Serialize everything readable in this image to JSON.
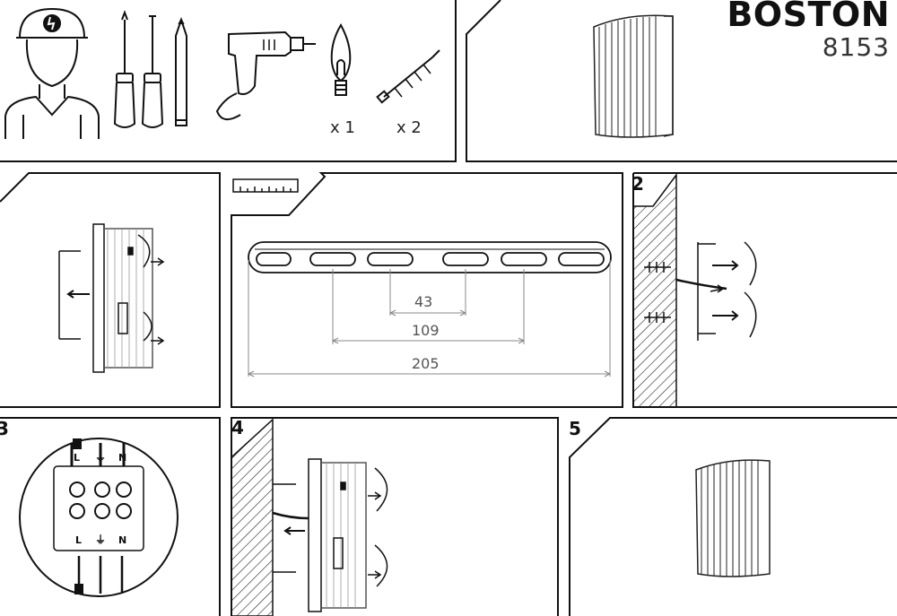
{
  "product": {
    "name": "BOSTON",
    "code": "8153"
  },
  "tools": {
    "bulb_qty": "x 1",
    "screw_qty": "x 2"
  },
  "dimensions": {
    "small": "43",
    "medium": "109",
    "total": "205"
  },
  "steps": {
    "s2": "2",
    "s3": "3",
    "s4": "4",
    "s5": "5"
  },
  "wiring": {
    "top_labels": [
      "L",
      "N"
    ],
    "bottom_labels": [
      "L",
      "N"
    ]
  }
}
